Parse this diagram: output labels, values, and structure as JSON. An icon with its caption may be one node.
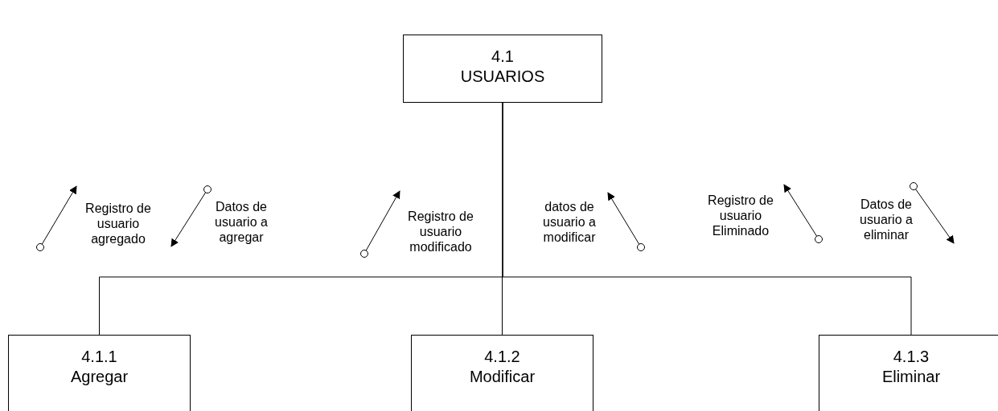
{
  "diagram": {
    "nodes": [
      {
        "text": [
          "4.1",
          "USUARIOS"
        ]
      },
      {
        "text": [
          "4.1.1",
          "Agregar"
        ]
      },
      {
        "text": [
          "4.1.2",
          "Modificar"
        ]
      },
      {
        "text": [
          "4.1.3",
          "Eliminar"
        ]
      }
    ],
    "edges": [
      {
        "from": 0,
        "to": 1,
        "arrow": "none"
      },
      {
        "from": 0,
        "to": 2,
        "arrow": "none"
      },
      {
        "from": 0,
        "to": 3,
        "arrow": "none"
      }
    ],
    "labels": [
      "Registro de usuario agregado",
      "Datos de usuario a agregar",
      "Registro de usuario modificado",
      "datos de usuario a modificar",
      "Registro de usuario Eliminado",
      "Datos de usuario a eliminar"
    ]
  }
}
